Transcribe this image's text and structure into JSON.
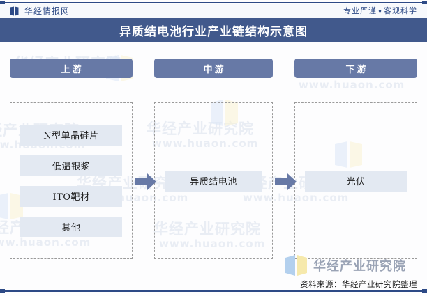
{
  "header": {
    "brand_name": "华经情报网",
    "brand_icon": "open-book-icon",
    "tagline_left": "专业严谨",
    "tagline_separator": "●",
    "tagline_right": "客观科学"
  },
  "title": "异质结电池行业产业链结构示意图",
  "colors": {
    "title_bar": "#41598c",
    "stage_header": "#6779a6",
    "node_fill": "#e3e9f2",
    "arrow": "#6779a6",
    "accent_rule": "#2d4a86",
    "dashed_border": "#9a9a9a"
  },
  "chart_data": {
    "type": "diagram",
    "title": "异质结电池行业产业链结构示意图",
    "stages": [
      {
        "id": "upstream",
        "label": "上游",
        "nodes": [
          "N型单晶硅片",
          "低温银浆",
          "ITO靶材",
          "其他"
        ]
      },
      {
        "id": "midstream",
        "label": "中游",
        "nodes": [
          "异质结电池"
        ]
      },
      {
        "id": "downstream",
        "label": "下游",
        "nodes": [
          "光伏"
        ]
      }
    ],
    "connectors": [
      {
        "from": "upstream",
        "to": "midstream",
        "glyph": "right-arrow"
      },
      {
        "from": "midstream",
        "to": "downstream",
        "glyph": "right-arrow"
      }
    ]
  },
  "stages": {
    "upstream": {
      "label": "上游",
      "nodes": [
        {
          "label": "N型单晶硅片"
        },
        {
          "label": "低温银浆"
        },
        {
          "label": "ITO靶材"
        },
        {
          "label": "其他"
        }
      ]
    },
    "midstream": {
      "label": "中游",
      "nodes": [
        {
          "label": "异质结电池"
        }
      ]
    },
    "downstream": {
      "label": "下游",
      "nodes": [
        {
          "label": "光伏"
        }
      ]
    }
  },
  "watermark": {
    "text_cn": "华经产业研究院",
    "text_url": "www.huaon.com"
  },
  "footer": {
    "source": "资料来源：华经产业研究院整理",
    "corp_name": "华经产业研究院"
  }
}
